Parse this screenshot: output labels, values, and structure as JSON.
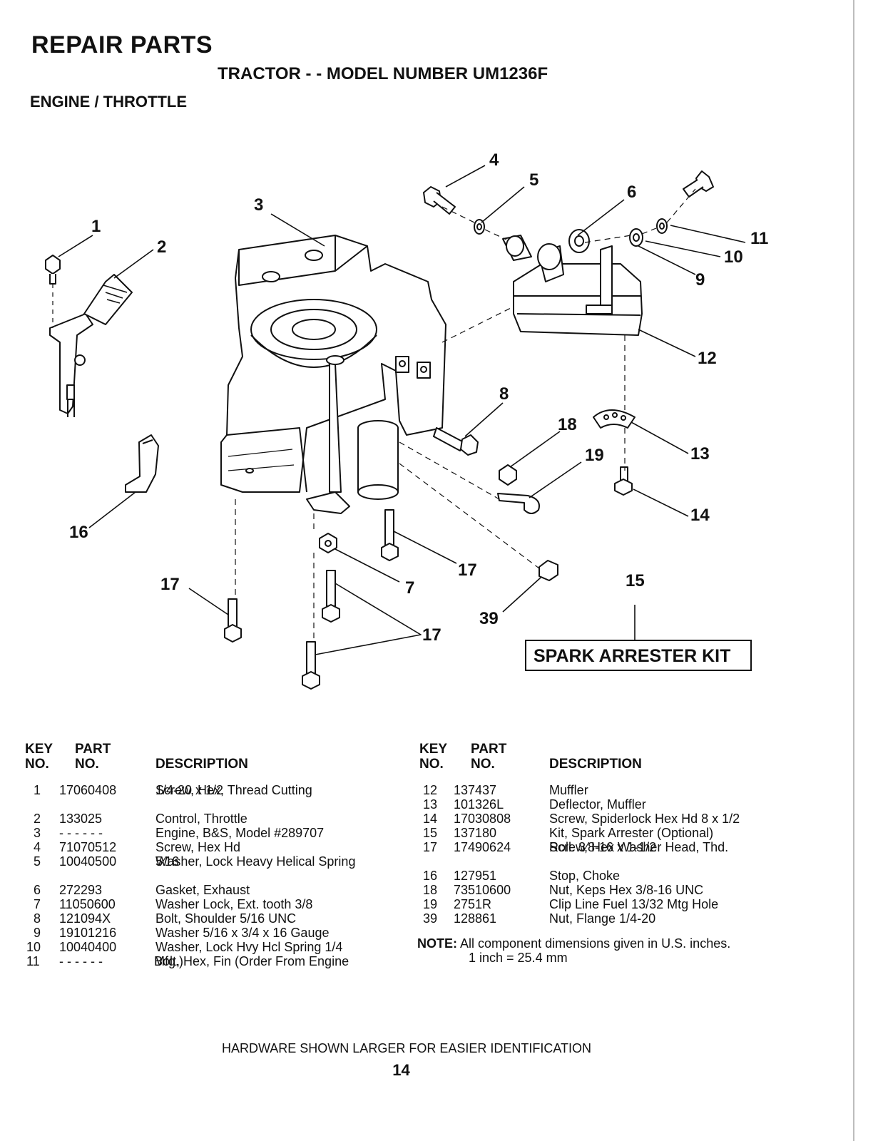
{
  "header": {
    "title": "REPAIR PARTS",
    "subtitle": "TRACTOR - - MODEL NUMBER UM1236F",
    "section": "ENGINE / THROTTLE"
  },
  "diagram": {
    "callouts": [
      "1",
      "2",
      "3",
      "4",
      "5",
      "6",
      "7",
      "8",
      "9",
      "10",
      "11",
      "12",
      "13",
      "14",
      "15",
      "16",
      "17",
      "17",
      "17",
      "18",
      "19",
      "39"
    ],
    "kit_label": "SPARK ARRESTER KIT"
  },
  "columns": {
    "key": [
      "KEY",
      "NO."
    ],
    "part": [
      "PART",
      "NO."
    ],
    "description": "DESCRIPTION"
  },
  "parts_left": [
    {
      "key": "1",
      "part": "17060408",
      "desc": [
        "Screw, Hex, Thread Cutting",
        "1/4-20 x 1/2"
      ]
    },
    {
      "key": "2",
      "part": "133025",
      "desc": [
        "Control, Throttle"
      ]
    },
    {
      "key": "3",
      "part": "- - - - - -",
      "desc": [
        "Engine, B&S, Model #289707"
      ]
    },
    {
      "key": "4",
      "part": "71070512",
      "desc": [
        "Screw, Hex Hd"
      ]
    },
    {
      "key": "5",
      "part": "10040500",
      "desc": [
        "Washer, Lock Heavy Helical Spring",
        "5⁄16"
      ]
    },
    {
      "key": "6",
      "part": "272293",
      "desc": [
        "Gasket, Exhaust"
      ]
    },
    {
      "key": "7",
      "part": "11050600",
      "desc": [
        "Washer Lock, Ext. tooth 3/8"
      ]
    },
    {
      "key": "8",
      "part": "121094X",
      "desc": [
        "Bolt, Shoulder 5/16 UNC"
      ]
    },
    {
      "key": "9",
      "part": "19101216",
      "desc": [
        "Washer  5/16 x 3/4 x 16 Gauge"
      ]
    },
    {
      "key": "10",
      "part": "10040400",
      "desc": [
        "Washer, Lock Hvy Hcl Spring 1/4"
      ]
    },
    {
      "key": "11",
      "part": "- - - - - -",
      "desc": [
        "Bolt, Hex, Fin  (Order From Engine",
        "Mfg.)"
      ]
    }
  ],
  "parts_right": [
    {
      "key": "12",
      "part": "137437",
      "desc": [
        "Muffler"
      ]
    },
    {
      "key": "13",
      "part": "101326L",
      "desc": [
        "Deflector, Muffler"
      ]
    },
    {
      "key": "14",
      "part": "17030808",
      "desc": [
        "Screw, Spiderlock Hex Hd  8 x 1/2"
      ]
    },
    {
      "key": "15",
      "part": "137180",
      "desc": [
        "Kit, Spark Arrester (Optional)"
      ]
    },
    {
      "key": "17",
      "part": "17490624",
      "desc": [
        "Screw, Hex Washer Head, Thd.",
        "Roll.  3⁄8-16 x 1-1/2"
      ]
    },
    {
      "key": "16",
      "part": "127951",
      "desc": [
        "Stop, Choke"
      ]
    },
    {
      "key": "18",
      "part": "73510600",
      "desc": [
        "Nut, Keps Hex  3/8-16 UNC"
      ]
    },
    {
      "key": "19",
      "part": "2751R",
      "desc": [
        "Clip Line Fuel   13/32 Mtg Hole"
      ]
    },
    {
      "key": "39",
      "part": "128861",
      "desc": [
        "Nut, Flange 1/4-20"
      ]
    }
  ],
  "note": {
    "label": "NOTE:",
    "text": "All component dimensions given in U.S. inches.",
    "text2": "1 inch = 25.4 mm"
  },
  "footer": "HARDWARE SHOWN LARGER FOR EASIER IDENTIFICATION",
  "page_number": "14"
}
